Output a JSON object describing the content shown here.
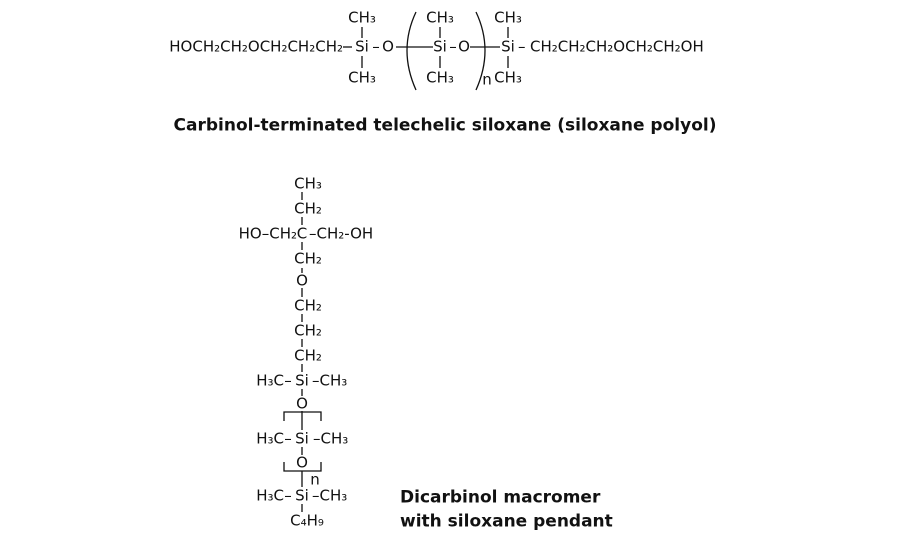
{
  "top": {
    "left_chain": "HOCH₂CH₂OCH₂CH₂CH₂",
    "si1": "Si",
    "o1": "O",
    "si2": "Si",
    "o2": "O",
    "si3": "Si",
    "right_chain": "CH₂CH₂CH₂OCH₂CH₂OH",
    "ch3": "CH₃",
    "repeat": "n",
    "caption": "Carbinol-terminated telechelic siloxane (siloxane polyol)"
  },
  "bottom": {
    "ch3": "CH₃",
    "ch2": "CH₂",
    "ho_ch2": "HO–CH₂",
    "c": "C",
    "ch2_oh": "–CH₂-OH",
    "o": "O",
    "h3c": "H₃C",
    "si": "Si",
    "si_ch3": "–CH₃",
    "c4h9": "C₄H₉",
    "repeat": "n",
    "caption_line1": "Dicarbinol macromer",
    "caption_line2": "with siloxane pendant"
  }
}
